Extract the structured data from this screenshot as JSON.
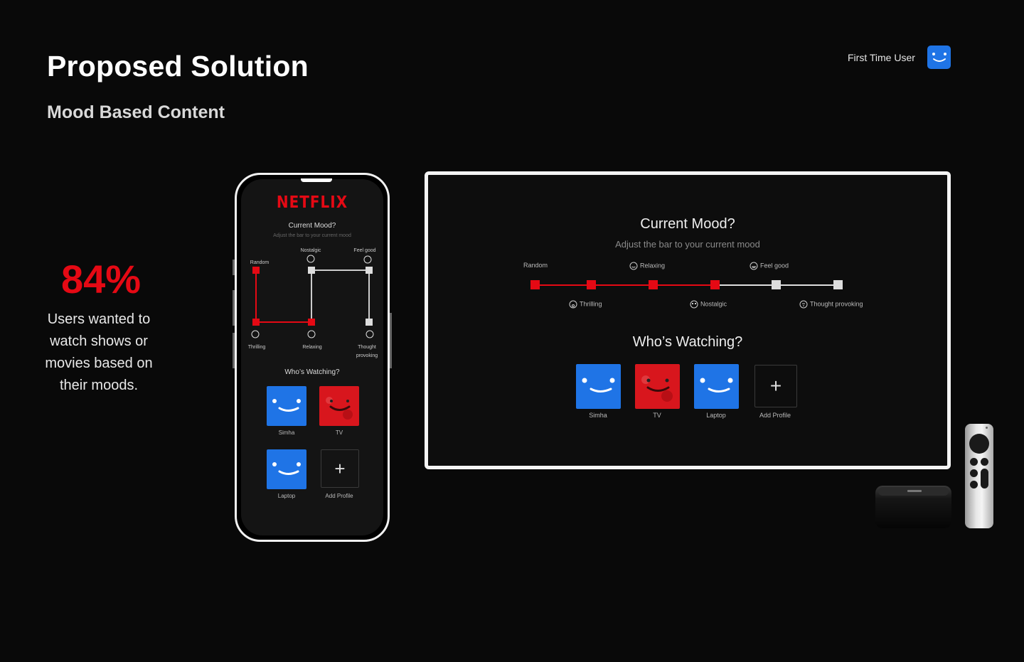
{
  "header": {
    "title": "Proposed Solution",
    "subtitle": "Mood Based Content",
    "user_label": "First Time User",
    "avatar_icon": "smiley-profile-icon",
    "avatar_color": "#1f74e6"
  },
  "stat": {
    "value": "84%",
    "text": "Users wanted to watch shows or movies based on their moods.",
    "color": "#e50914"
  },
  "phone": {
    "logo": "NETFLIX",
    "mood_title": "Current Mood?",
    "mood_hint": "Adjust the bar to your current mood",
    "moods": {
      "random": "Random",
      "nostalgic": "Nostalgic",
      "feel_good": "Feel good",
      "thrilling": "Thrilling",
      "relaxing": "Relaxing",
      "thought_1": "Thought",
      "thought_2": "provoking"
    },
    "watching_title": "Who’s Watching?",
    "profiles": [
      {
        "name": "Simha",
        "color": "blue"
      },
      {
        "name": "TV",
        "color": "red"
      },
      {
        "name": "Laptop",
        "color": "blue"
      }
    ],
    "add_label": "Add Profile",
    "add_symbol": "+"
  },
  "tv": {
    "mood_title": "Current Mood?",
    "mood_hint": "Adjust the bar to your current mood",
    "moods": {
      "random": "Random",
      "relaxing": "Relaxing",
      "feel_good": "Feel good",
      "thrilling": "Thrilling",
      "nostalgic": "Nostalgic",
      "thought": "Thought provoking"
    },
    "slider_selected_fraction": 0.6,
    "watching_title": "Who’s Watching?",
    "profiles": [
      {
        "name": "Simha",
        "color": "blue"
      },
      {
        "name": "TV",
        "color": "red"
      },
      {
        "name": "Laptop",
        "color": "blue"
      }
    ],
    "add_label": "Add Profile",
    "add_symbol": "+"
  },
  "colors": {
    "accent_red": "#e50914",
    "profile_blue": "#1f74e6",
    "inactive_gray": "#d9d9d9"
  }
}
